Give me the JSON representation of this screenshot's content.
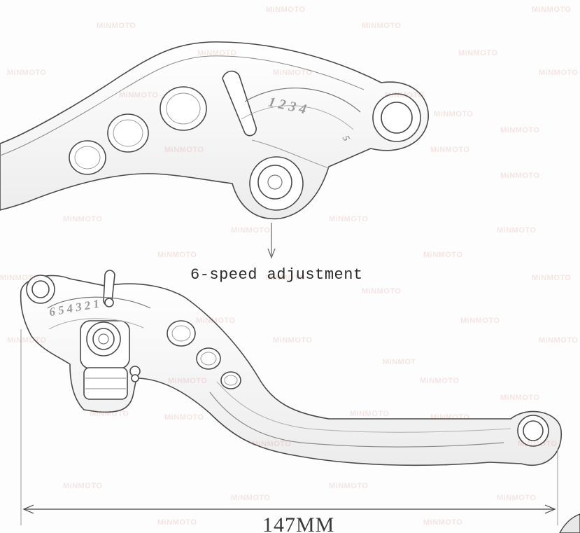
{
  "watermark": {
    "text": "MiNMOTO",
    "alt_text": "MiNMOT",
    "color": "#c83c3c"
  },
  "annotations": {
    "adjustment_label": "6-speed adjustment",
    "dimension_label": "147MM"
  },
  "dial_numbers": {
    "top": "1 2 3 4",
    "top_small": "5",
    "bottom": "6 5 4 3 2 1"
  },
  "colors": {
    "line": "#4a4a4a",
    "fill": "#f4f4f4",
    "arrow": "#666666"
  }
}
